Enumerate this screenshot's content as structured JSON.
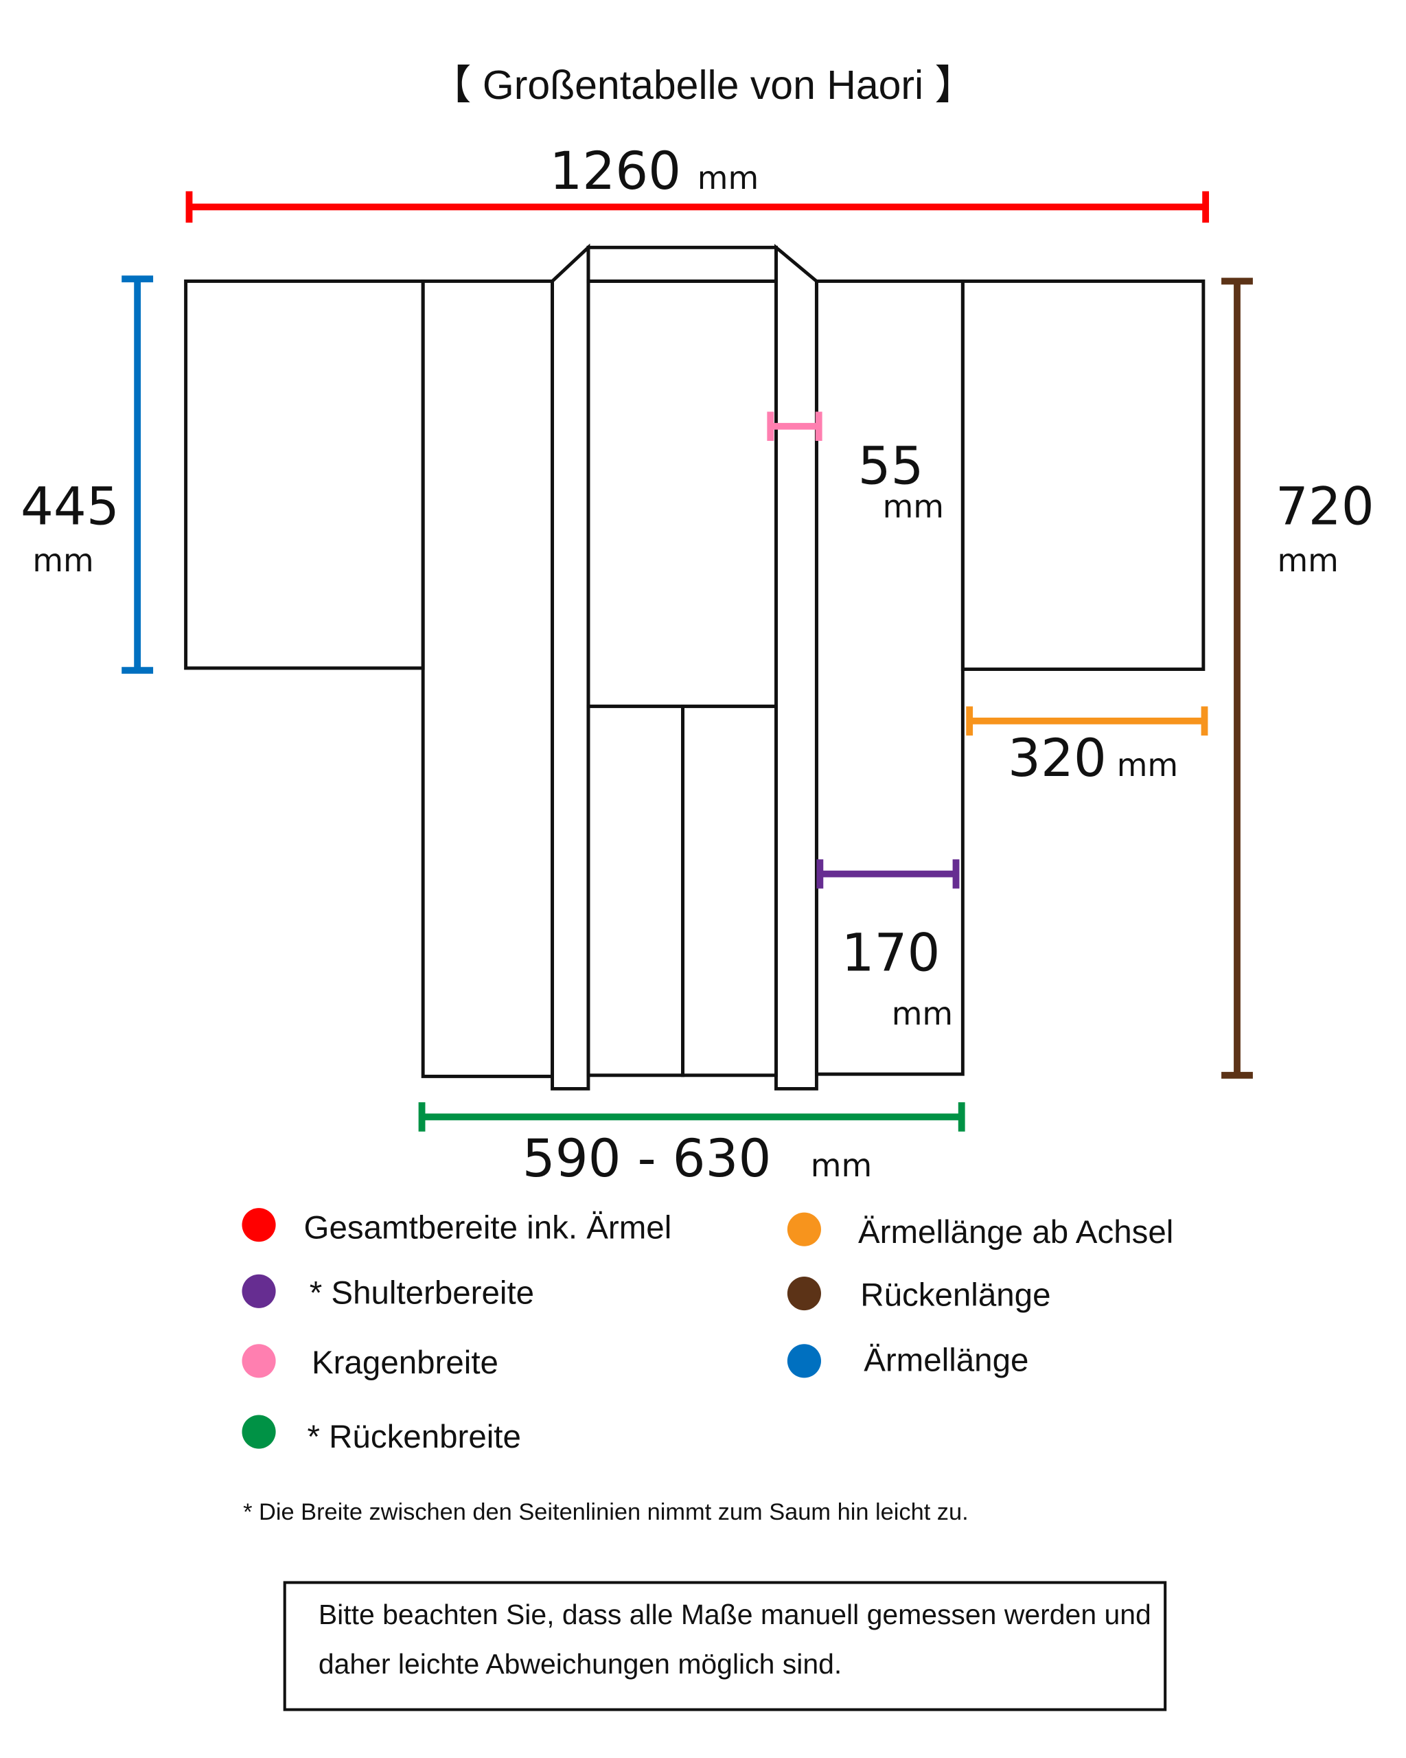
{
  "title": "【  Großentabelle von Haori  】",
  "measurements": {
    "total_width": {
      "value": "1260",
      "unit": "mm",
      "color": "#ff0000"
    },
    "sleeve_length": {
      "value": "445",
      "unit": "mm",
      "color": "#0070c0"
    },
    "back_length": {
      "value": "720",
      "unit": "mm",
      "color": "#5c3317"
    },
    "collar_width": {
      "value": "55",
      "unit": "mm",
      "color": "#ff7fb0"
    },
    "sleeve_from_armpit": {
      "value": "320",
      "unit": "mm",
      "color": "#f7941d"
    },
    "shoulder_width": {
      "value": "170",
      "unit": "mm",
      "color": "#662d91"
    },
    "back_width": {
      "value": "590 - 630",
      "unit": "mm",
      "color": "#009245"
    }
  },
  "legend": [
    {
      "label": "Gesamtbereite ink. Ärmel",
      "color": "#ff0000"
    },
    {
      "label": "* Shulterbereite",
      "color": "#662d91"
    },
    {
      "label": "Kragenbreite",
      "color": "#ff7fb0"
    },
    {
      "label": "* Rückenbreite",
      "color": "#009245"
    },
    {
      "label": "Ärmellänge ab Achsel",
      "color": "#f7941d"
    },
    {
      "label": "Rückenlänge",
      "color": "#5c3317"
    },
    {
      "label": "Ärmellänge",
      "color": "#0070c0"
    }
  ],
  "footnote": "* Die Breite zwischen den Seitenlinien nimmt zum Saum hin leicht zu.",
  "notice": {
    "line1": "Bitte beachten Sie, dass alle Maße manuell gemessen werden und",
    "line2": "daher leichte Abweichungen möglich sind."
  }
}
